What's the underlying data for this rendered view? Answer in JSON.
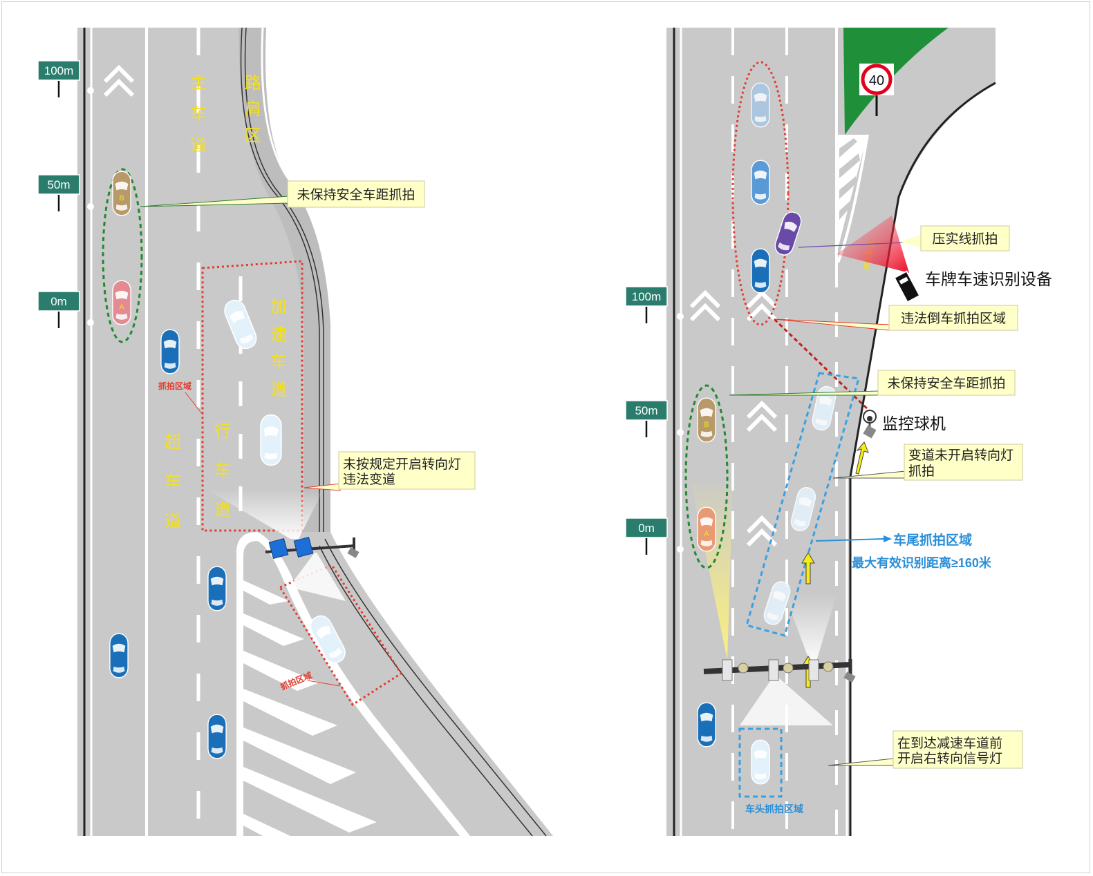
{
  "colors": {
    "road": "#c9c9c9",
    "road_dark": "#b3b3b3",
    "marking": "#ffffff",
    "sign_green": "#2a7d6c",
    "label_yellow": "#f5e11a",
    "callout_bg": "#ffffc8",
    "callout_border": "#cfc9a0",
    "red_dotted": "#e23b2e",
    "blue_dashed": "#3aa0e0",
    "green_dashed": "#1f8a2e",
    "blue_text": "#2a8fd8",
    "car_blue": "#1a6fb8",
    "grass_green": "#1f8f3a"
  },
  "left": {
    "distance_signs": [
      "100m",
      "50m",
      "0m"
    ],
    "lane_labels": {
      "main": "主车道",
      "shoulder": "路肩区",
      "accel": "加速车道",
      "travel": "行车道",
      "overtake": "超车道"
    },
    "car_labels": {
      "b": "B",
      "a": "A"
    },
    "callouts": {
      "distance": "未保持安全车距抓拍",
      "turn_line1": "未按规定开启转向灯",
      "turn_line2": "违法变道"
    },
    "zone_labels": {
      "upper": "抓拍区域",
      "lower": "抓拍区域"
    }
  },
  "right": {
    "distance_signs": [
      "100m",
      "50m",
      "0m"
    ],
    "speed_limit": "40",
    "ramp_label": "减速车道",
    "car_labels": {
      "b": "B",
      "a": "A"
    },
    "callouts": {
      "solid_line": "压实线抓拍",
      "reversing": "违法倒车抓拍区域",
      "distance": "未保持安全车距抓拍",
      "turn_line1": "变道未开启转向灯",
      "turn_line2": "抓拍",
      "signal_line1": "在到达减速车道前",
      "signal_line2": "开启右转向信号灯"
    },
    "device_labels": {
      "plate_device": "车牌车速识别设备",
      "dome_camera": "监控球机"
    },
    "rear_zone": {
      "title": "车尾抓拍区域",
      "range": "最大有效识别距离≥160米"
    },
    "front_zone": "车头抓拍区域"
  }
}
